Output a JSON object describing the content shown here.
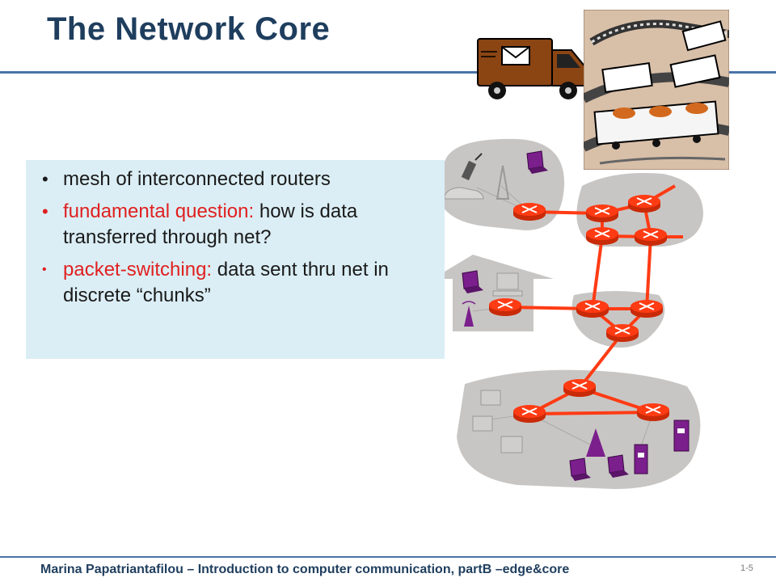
{
  "slide": {
    "title": "The Network Core",
    "bullets": [
      {
        "highlight": "",
        "text": "mesh of interconnected routers"
      },
      {
        "highlight": "fundamental question:",
        "text": " how is data transferred through net?"
      },
      {
        "highlight": "packet-switching:",
        "text": " data sent thru net in discrete “chunks”"
      }
    ],
    "footer": "Marina Papatriantafilou –  Introduction to computer communication, partB –edge&core",
    "page_number": "1-5"
  },
  "colors": {
    "title": "#1f3e5e",
    "rule": "#4a73a8",
    "highlight": "#e02020",
    "box_fill": "#dbeef5",
    "link": "#ff3b14",
    "router": "#ff3b14",
    "device": "#7b1f8c",
    "region": "#c8c6c4"
  },
  "icons": [
    "mail-truck-icon",
    "transport-illustration-icon",
    "router-icon",
    "laptop-icon",
    "cell-tower-icon",
    "server-icon",
    "pda-icon",
    "car-icon",
    "desktop-icon"
  ]
}
